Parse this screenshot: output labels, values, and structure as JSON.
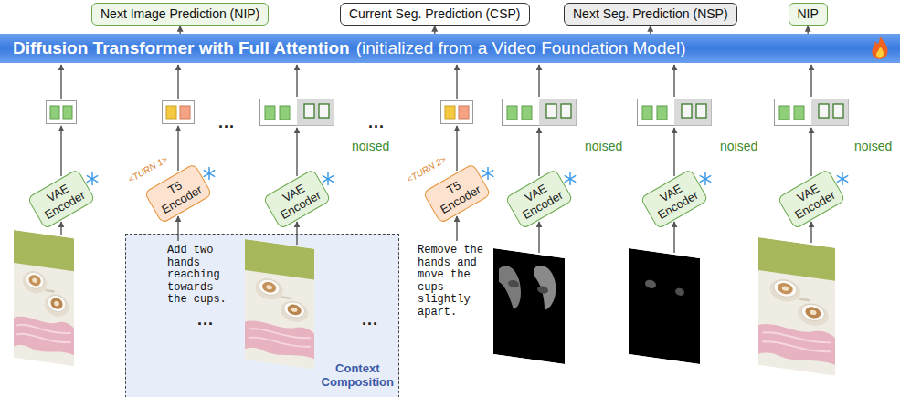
{
  "diagram": {
    "nodes": [
      {
        "text": [
          "Next Image Prediction (NIP)"
        ]
      },
      {
        "text": [
          "Current Seg. Prediction (CSP)"
        ]
      },
      {
        "text": [
          "Next Seg. Prediction (NSP)"
        ]
      },
      {
        "text": [
          "NIP"
        ]
      },
      {
        "text": [
          "Diffusion Transformer with Full Attention",
          "(initialized from a Video Foundation Model)"
        ]
      },
      {
        "text": [
          "VAE Encoder"
        ]
      },
      {
        "text": [
          "T5 Encoder"
        ]
      },
      {
        "text": [
          "VAE Encoder"
        ]
      },
      {
        "text": [
          "T5 Encoder"
        ]
      },
      {
        "text": [
          "VAE Encoder"
        ]
      },
      {
        "text": [
          "VAE Encoder"
        ]
      },
      {
        "text": [
          "VAE Encoder"
        ]
      },
      {
        "text": [
          "Context Composition"
        ]
      }
    ],
    "edges": [
      {
        "from": 4,
        "to": 0,
        "arrow": "to"
      },
      {
        "from": 4,
        "to": 1,
        "arrow": "to"
      },
      {
        "from": 4,
        "to": 2,
        "arrow": "to"
      },
      {
        "from": 4,
        "to": 3,
        "arrow": "to"
      }
    ],
    "labels": [
      "...",
      "...",
      "<TURN 1>",
      "noised",
      "<TURN 2>",
      "noised",
      "noised",
      "noised",
      "Add two hands reaching towards the cups.",
      "...",
      "...",
      "Remove the hands and move the cups slightly apart."
    ]
  }
}
